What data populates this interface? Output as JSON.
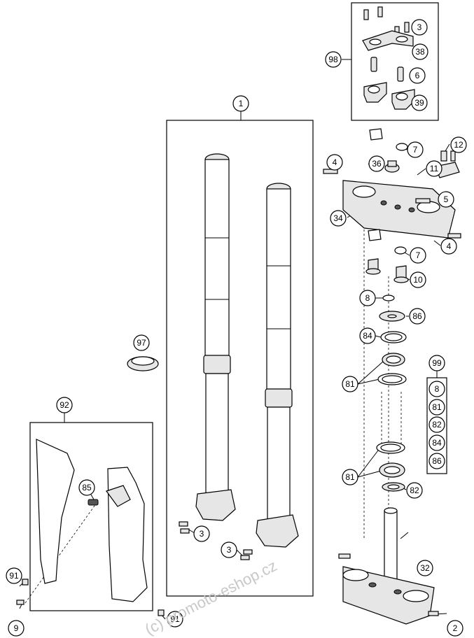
{
  "watermark": "(c) promoto-eshop.cz",
  "callouts": {
    "c1": "1",
    "c3a": "3",
    "c38": "38",
    "c98": "98",
    "c6a": "6",
    "c39": "39",
    "c12": "12",
    "c4a": "4",
    "c7a": "7",
    "c36": "36",
    "c11": "11",
    "c5": "5",
    "c34": "34",
    "c4b": "4",
    "c7b": "7",
    "c10": "10",
    "c8a": "8",
    "c86a": "86",
    "c84a": "84",
    "c99": "99",
    "c8b": "8",
    "c81a": "81",
    "c81b": "81",
    "c82a": "82",
    "c84b": "84",
    "c86b": "86",
    "c81c": "81",
    "c82b": "82",
    "c97": "97",
    "c92": "92",
    "c85": "85",
    "c91a": "91",
    "c9": "9",
    "c3b": "3",
    "c3c": "3",
    "c91b": "91",
    "c32": "32",
    "c2": "2"
  }
}
